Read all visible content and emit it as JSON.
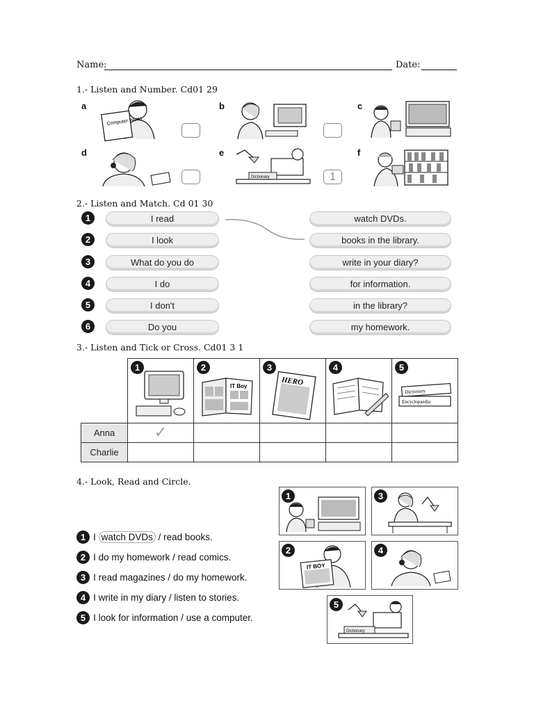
{
  "header": {
    "name_label": "Name:",
    "date_label": "Date:"
  },
  "section1": {
    "title": "1.- Listen and Number. Cd01 29",
    "items": [
      {
        "letter": "a",
        "answer": ""
      },
      {
        "letter": "b",
        "answer": ""
      },
      {
        "letter": "c",
        "answer": ""
      },
      {
        "letter": "d",
        "answer": ""
      },
      {
        "letter": "e",
        "answer": "1"
      },
      {
        "letter": "f",
        "answer": ""
      }
    ],
    "pic_text": {
      "a_magazine": "Computer World",
      "e_book": "Dictionary"
    }
  },
  "section2": {
    "title": "2.- Listen and Match. Cd 01 30",
    "left": [
      "I read",
      "I look",
      "What do you do",
      "I do",
      "I don't",
      "Do you"
    ],
    "right": [
      "watch DVDs.",
      "books in the library.",
      "write in your diary?",
      "for information.",
      "in the library?",
      "my homework."
    ],
    "numbers": [
      "1",
      "2",
      "3",
      "4",
      "5",
      "6"
    ]
  },
  "section3": {
    "title": "3.- Listen and Tick or Cross. Cd01 3 1",
    "columns": [
      "1",
      "2",
      "3",
      "4",
      "5"
    ],
    "rows": [
      "Anna",
      "Charlie"
    ],
    "marks": [
      [
        "✓",
        "",
        "",
        "",
        ""
      ],
      [
        "",
        "",
        "",
        "",
        ""
      ]
    ],
    "pic_text": {
      "comic": "IT Boy",
      "magazine": "HERO",
      "book1": "Dictionary",
      "book2": "Encyclopaedia"
    }
  },
  "section4": {
    "title": "4.- Look, Read and Circle.",
    "sentences": [
      {
        "num": "1",
        "pre": "I ",
        "a": "watch DVDs",
        "sep": " / ",
        "b": "read books",
        "end": "."
      },
      {
        "num": "2",
        "pre": "I ",
        "a": "do my homework",
        "sep": " / ",
        "b": "read comics",
        "end": "."
      },
      {
        "num": "3",
        "pre": "I ",
        "a": "read magazines",
        "sep": " / ",
        "b": "do my homework",
        "end": "."
      },
      {
        "num": "4",
        "pre": "I ",
        "a": "write in my diary",
        "sep": " / ",
        "b": "listen to stories",
        "end": "."
      },
      {
        "num": "5",
        "pre": "I ",
        "a": "look for information",
        "sep": " / ",
        "b": "use a computer",
        "end": "."
      }
    ],
    "picture_numbers": [
      "1",
      "3",
      "2",
      "4",
      "5"
    ],
    "pic_text": {
      "comic": "IT BOY",
      "book": "Dictionary"
    }
  }
}
